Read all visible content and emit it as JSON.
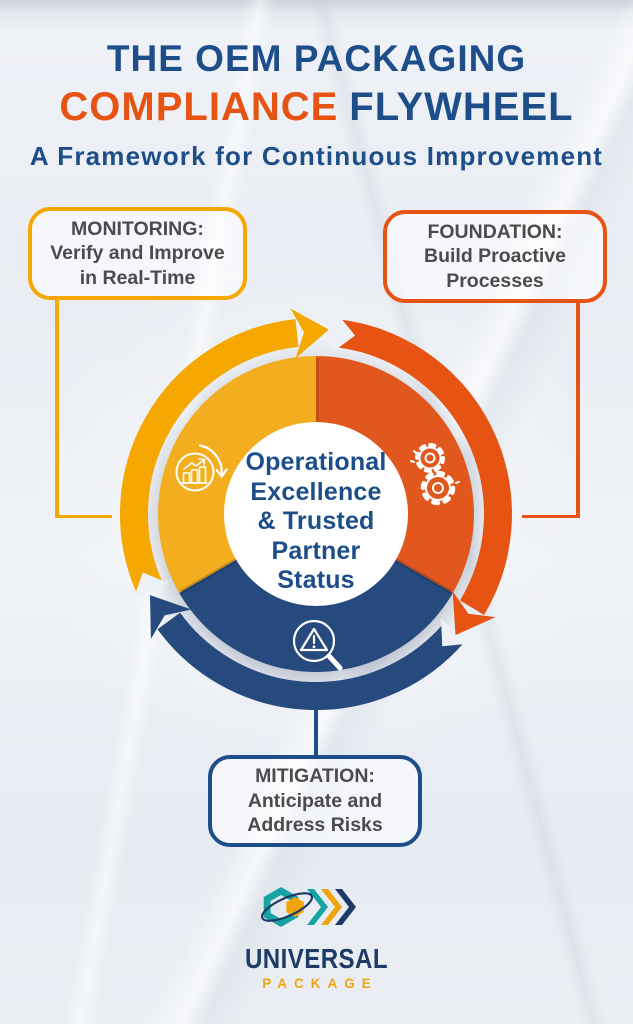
{
  "title": {
    "line1": "THE OEM PACKAGING",
    "line2_accent": "COMPLIANCE",
    "line2_rest": "FLYWHEEL",
    "subtitle": "A Framework for Continuous Improvement"
  },
  "callouts": {
    "monitoring": {
      "heading": "MONITORING:",
      "line1": "Verify and Improve",
      "line2": "in Real-Time"
    },
    "foundation": {
      "heading": "FOUNDATION:",
      "line1": "Build Proactive",
      "line2": "Processes"
    },
    "mitigation": {
      "heading": "MITIGATION:",
      "line1": "Anticipate and",
      "line2": "Address Risks"
    }
  },
  "flywheel": {
    "rotation": "clockwise",
    "center_text": {
      "line1": "Operational",
      "line2": "Excellence",
      "line3": "& Trusted",
      "line4": "Partner",
      "line5": "Status"
    },
    "segments": [
      {
        "name": "monitoring",
        "color": "#F3AE1F",
        "icon": "growth-chart-cycle-icon"
      },
      {
        "name": "foundation",
        "color": "#E2571D",
        "icon": "gears-icon"
      },
      {
        "name": "mitigation",
        "color": "#264A7D",
        "icon": "risk-magnifier-icon"
      }
    ]
  },
  "logo": {
    "icon": "universal-package-logo",
    "name": "UNIVERSAL",
    "tagline": "PACKAGE"
  },
  "colors": {
    "navy": "#1D4E8A",
    "orange": "#E65312",
    "yellow": "#F5A702",
    "blue": "#264A7D",
    "pieYellow": "#F3AE1F",
    "pieOrange": "#E2571D",
    "textGray": "#4B4B4D",
    "logoNavy": "#1D3B66",
    "logoTeal": "#17A3A4",
    "logoGold": "#F0A50C",
    "background": "#E9EDF3"
  }
}
